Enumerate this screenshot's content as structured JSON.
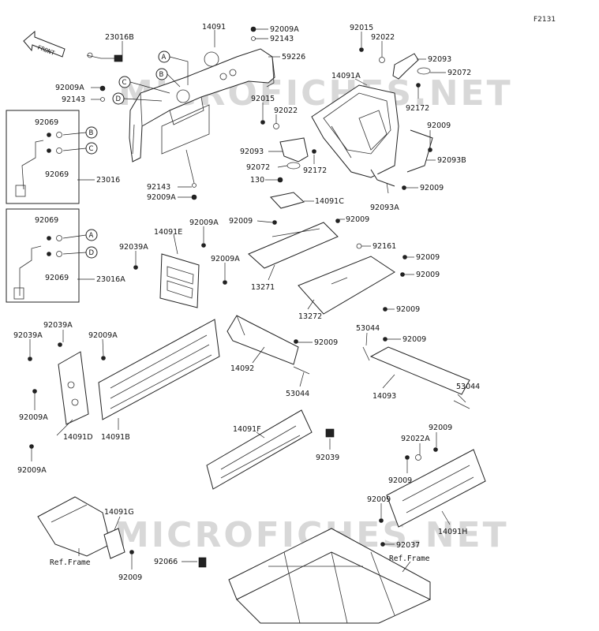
{
  "figure_code": "F2131",
  "front_arrow_text": "FRONT",
  "watermarks": [
    "MICROFICHES.NET",
    "MICROFICHES.NET"
  ],
  "callout_letters": [
    "A",
    "B",
    "C",
    "D"
  ],
  "labels": {
    "l_23016B": "23016B",
    "l_14091_top": "14091",
    "l_92009A_tr1": "92009A",
    "l_92143_tr1": "92143",
    "l_59226": "59226",
    "l_92015_t": "92015",
    "l_92022_t": "92022",
    "l_92093_t": "92093",
    "l_92072_t": "92072",
    "l_14091A": "14091A",
    "l_92172_t": "92172",
    "l_92009A_l1": "92009A",
    "l_92143_l1": "92143",
    "l_92015_m": "92015",
    "l_92022_m": "92022",
    "l_92009_r1": "92009",
    "l_92093_m": "92093",
    "l_92093B": "92093B",
    "l_92072_m": "92072",
    "l_92172_m": "92172",
    "l_130": "130",
    "l_92009_r2": "92009",
    "l_92143_c": "92143",
    "l_92009A_c": "92009A",
    "l_14091C": "14091C",
    "l_92093A": "92093A",
    "l_92069_a1": "92069",
    "l_92069_a2": "92069",
    "l_23016": "23016",
    "l_92069_b1": "92069",
    "l_92069_b2": "92069",
    "l_23016A": "23016A",
    "l_92009_p1": "92009",
    "l_92009_p2": "92009",
    "l_14091E": "14091E",
    "l_92009A_e1": "92009A",
    "l_92039A_e": "92039A",
    "l_92009A_e2": "92009A",
    "l_92161": "92161",
    "l_92009_p3": "92009",
    "l_92009_p4": "92009",
    "l_13271": "13271",
    "l_13272": "13272",
    "l_92009_p5": "92009",
    "l_92039A_l": "92039A",
    "l_92039A_l2": "92039A",
    "l_92009A_b": "92009A",
    "l_53044_t": "53044",
    "l_92009_k1": "92009",
    "l_92009_k2": "92009",
    "l_14092": "14092",
    "l_53044_m": "53044",
    "l_14093": "14093",
    "l_53044_r": "53044",
    "l_92009A_d1": "92009A",
    "l_14091D": "14091D",
    "l_14091B": "14091B",
    "l_92009A_d2": "92009A",
    "l_14091F": "14091F",
    "l_92039": "92039",
    "l_92009_h1": "92009",
    "l_92022A": "92022A",
    "l_92009_h2": "92009",
    "l_92009_h3": "92009",
    "l_14091H": "14091H",
    "l_14091G": "14091G",
    "l_ref_frame_l": "Ref.Frame",
    "l_92009_g": "92009",
    "l_92066": "92066",
    "l_92037": "92037",
    "l_ref_frame_r": "Ref.Frame"
  }
}
